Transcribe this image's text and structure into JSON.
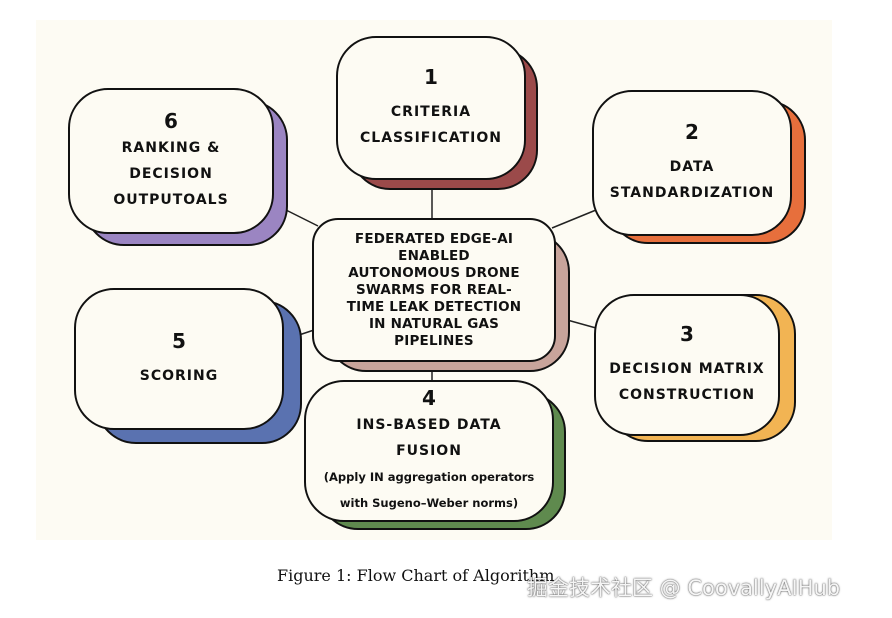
{
  "center": {
    "label": "FEDERATED EDGE-AI\nENABLED\nAUTONOMOUS DRONE\nSWARMS FOR REAL-\nTIME LEAK DETECTION\nIN NATURAL GAS\nPIPELINES",
    "shadow_color": "#c8a49b"
  },
  "steps": [
    {
      "number": "1",
      "label": "CRITERIA\nCLASSIFICATION",
      "shadow_color": "#9b4a4a"
    },
    {
      "number": "2",
      "label": "DATA\nSTANDARDIZATION",
      "shadow_color": "#e76f3c"
    },
    {
      "number": "3",
      "label": "DECISION MATRIX\nCONSTRUCTION",
      "shadow_color": "#f2b453"
    },
    {
      "number": "4",
      "label": "INS-BASED DATA\nFUSION",
      "sublabel": "(Apply IN aggregation operators\nwith Sugeno–Weber norms)",
      "shadow_color": "#5f8a4e"
    },
    {
      "number": "5",
      "label": "SCORING",
      "shadow_color": "#5a72b0"
    },
    {
      "number": "6",
      "label": "RANKING &\nDECISION\nOUTPUTOALS",
      "shadow_color": "#9b85c2"
    }
  ],
  "caption": "Figure 1: Flow Chart of Algorithm",
  "watermark": "掘金技术社区 @ CoovallyAIHub"
}
